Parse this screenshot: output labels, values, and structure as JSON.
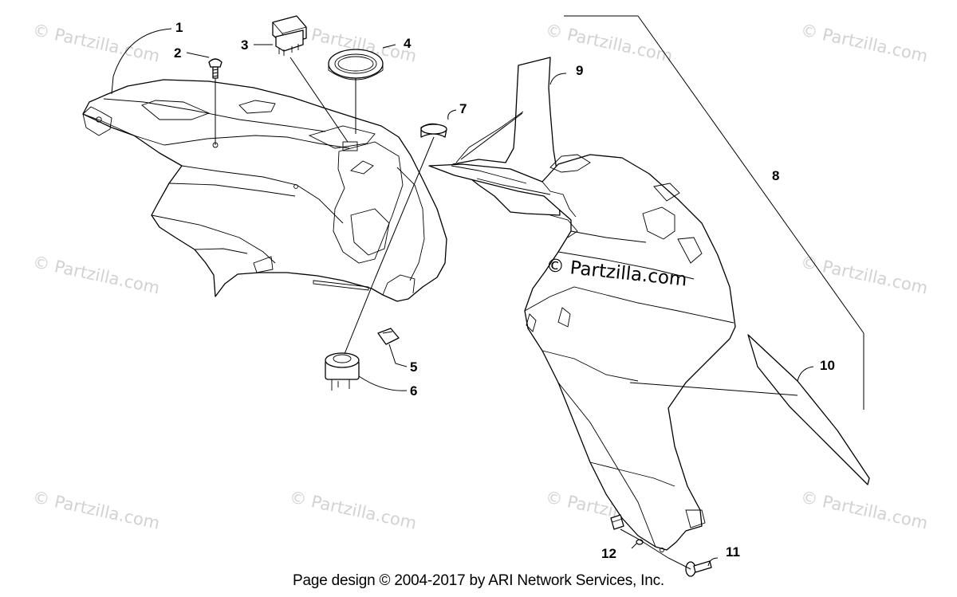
{
  "watermark": "© Partzilla.com",
  "center_watermark": "© Partzilla.com",
  "callouts": [
    "1",
    "2",
    "3",
    "4",
    "5",
    "6",
    "7",
    "8",
    "9",
    "10",
    "11",
    "12"
  ],
  "footer": "Page design © 2004-2017 by ARI Network Services, Inc."
}
